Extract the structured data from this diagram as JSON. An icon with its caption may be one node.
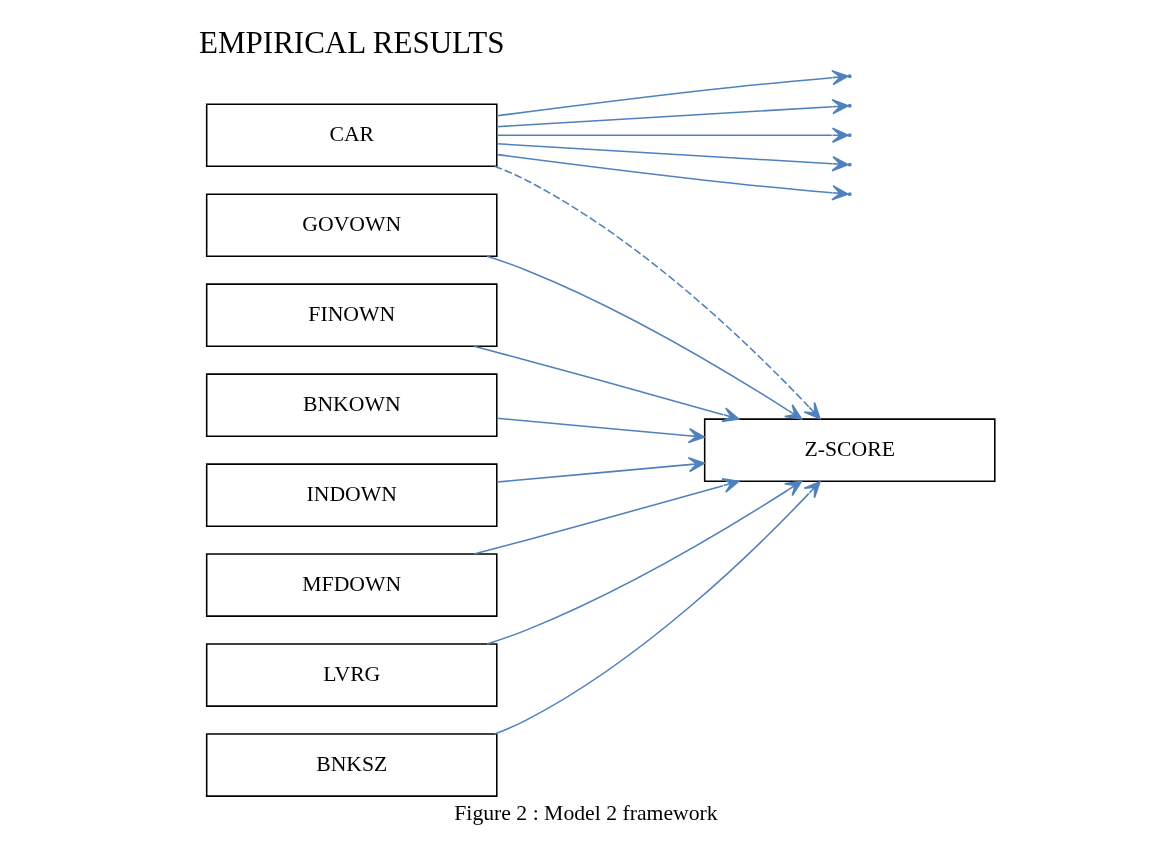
{
  "diagram": {
    "caption": "Figure 2 : Model 2 framework",
    "nodes": [
      {
        "text": [
          "CAR"
        ]
      },
      {
        "text": [
          "GOVOWN"
        ]
      },
      {
        "text": [
          "FINOWN"
        ]
      },
      {
        "text": [
          "BNKOWN"
        ]
      },
      {
        "text": [
          "INDOWN"
        ]
      },
      {
        "text": [
          "MFDOWN"
        ]
      },
      {
        "text": [
          "LVRG"
        ]
      },
      {
        "text": [
          "BNKSZ"
        ]
      },
      {
        "text": [
          "Z-SCORE"
        ]
      }
    ],
    "edges": [
      {
        "from": 1,
        "to": 8,
        "arrow": "to"
      },
      {
        "from": 2,
        "to": 8,
        "arrow": "to"
      },
      {
        "from": 3,
        "to": 8,
        "arrow": "to"
      },
      {
        "from": 4,
        "to": 8,
        "arrow": "to"
      },
      {
        "from": 5,
        "to": 8,
        "arrow": "to"
      },
      {
        "from": 6,
        "to": 8,
        "arrow": "to"
      },
      {
        "from": 7,
        "to": 8,
        "arrow": "to"
      },
      {
        "from": 0,
        "to": 8,
        "arrow": "to",
        "style": "dashed"
      },
      {
        "from": 0,
        "to": null,
        "arrow": "to"
      },
      {
        "from": 0,
        "to": null,
        "arrow": "to"
      },
      {
        "from": 0,
        "to": null,
        "arrow": "to"
      },
      {
        "from": 0,
        "to": null,
        "arrow": "to"
      },
      {
        "from": 0,
        "to": null,
        "arrow": "to"
      }
    ],
    "labels": [
      "EMPIRICAL RESULTS"
    ]
  }
}
